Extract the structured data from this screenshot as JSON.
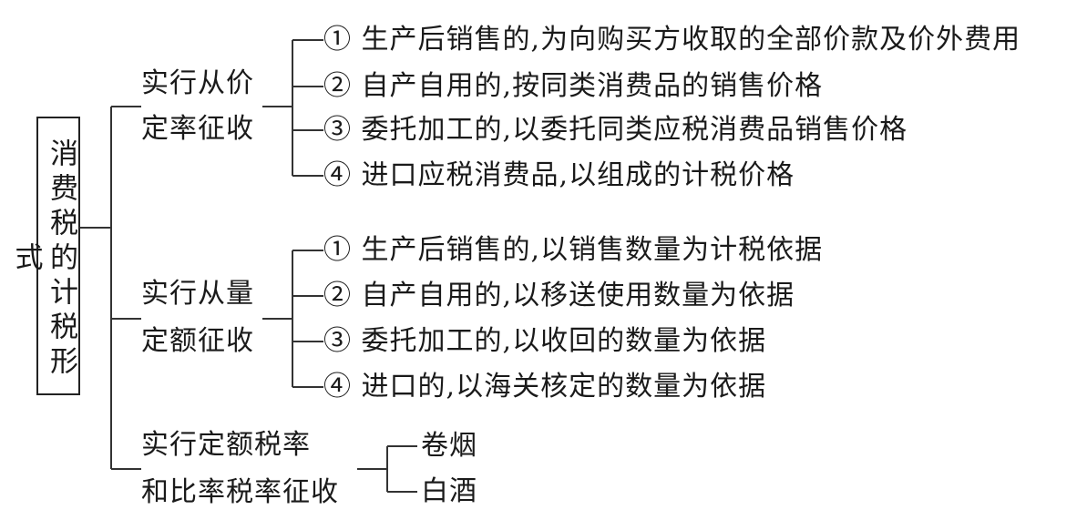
{
  "root": "消费税的计税形式",
  "branches": [
    {
      "label_line1": "实行从价",
      "label_line2": "定率征收",
      "items": [
        "① 生产后销售的,为向购买方收取的全部价款及价外费用",
        "② 自产自用的,按同类消费品的销售价格",
        "③ 委托加工的,以委托同类应税消费品销售价格",
        "④ 进口应税消费品,以组成的计税价格"
      ]
    },
    {
      "label_line1": "实行从量",
      "label_line2": "定额征收",
      "items": [
        "① 生产后销售的,以销售数量为计税依据",
        "② 自产自用的,以移送使用数量为依据",
        "③ 委托加工的,以收回的数量为依据",
        "④ 进口的,以海关核定的数量为依据"
      ]
    },
    {
      "label_line1": "实行定额税率",
      "label_line2": "和比率税率征收",
      "items": [
        "卷烟",
        "白酒"
      ]
    }
  ]
}
